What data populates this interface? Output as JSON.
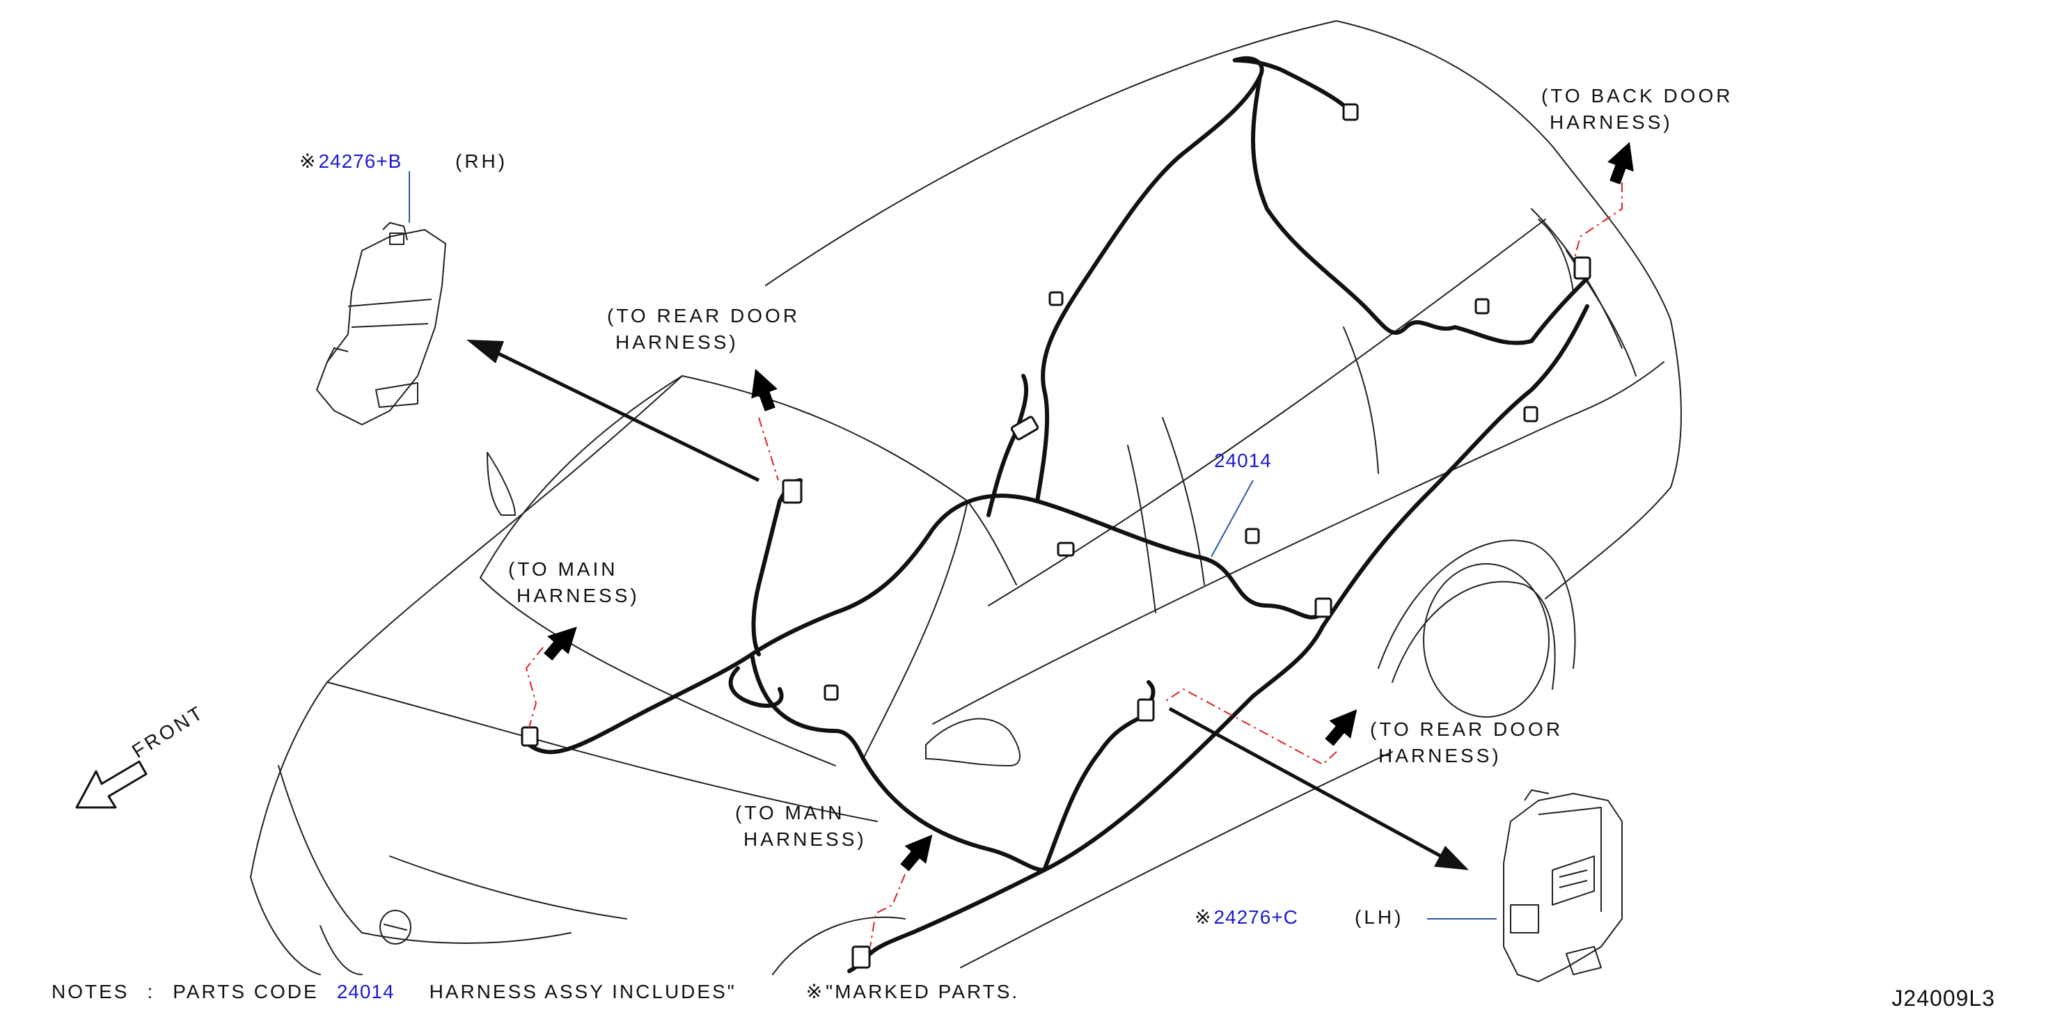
{
  "labels": {
    "part_rh_code": "24276+B",
    "part_rh_side": "(RH)",
    "part_lh_code": "24276+C",
    "part_lh_side": "(LH)",
    "harness_code": "24014",
    "to_rear_door_top_1": "(TO REAR DOOR",
    "to_rear_door_top_2": "HARNESS)",
    "to_back_door_1": "(TO BACK DOOR",
    "to_back_door_2": "HARNESS)",
    "to_main_left_1": "(TO MAIN",
    "to_main_left_2": "HARNESS)",
    "to_main_bottom_1": "(TO MAIN",
    "to_main_bottom_2": "HARNESS)",
    "to_rear_door_right_1": "(TO REAR DOOR",
    "to_rear_door_right_2": "HARNESS)",
    "front": "FRONT",
    "marker_symbol": "※"
  },
  "notes": {
    "prefix": "NOTES",
    "colon": ":",
    "parts_code_label": "PARTS CODE",
    "code": "24014",
    "includes": "HARNESS ASSY INCLUDES\"",
    "marker": "※",
    "marked": "\"MARKED PARTS."
  },
  "diagram_code": "J24009L3",
  "colors": {
    "line": "#111111",
    "link": "#1a1ad0",
    "callout": "#e02020",
    "leader": "#2a5aa0"
  }
}
